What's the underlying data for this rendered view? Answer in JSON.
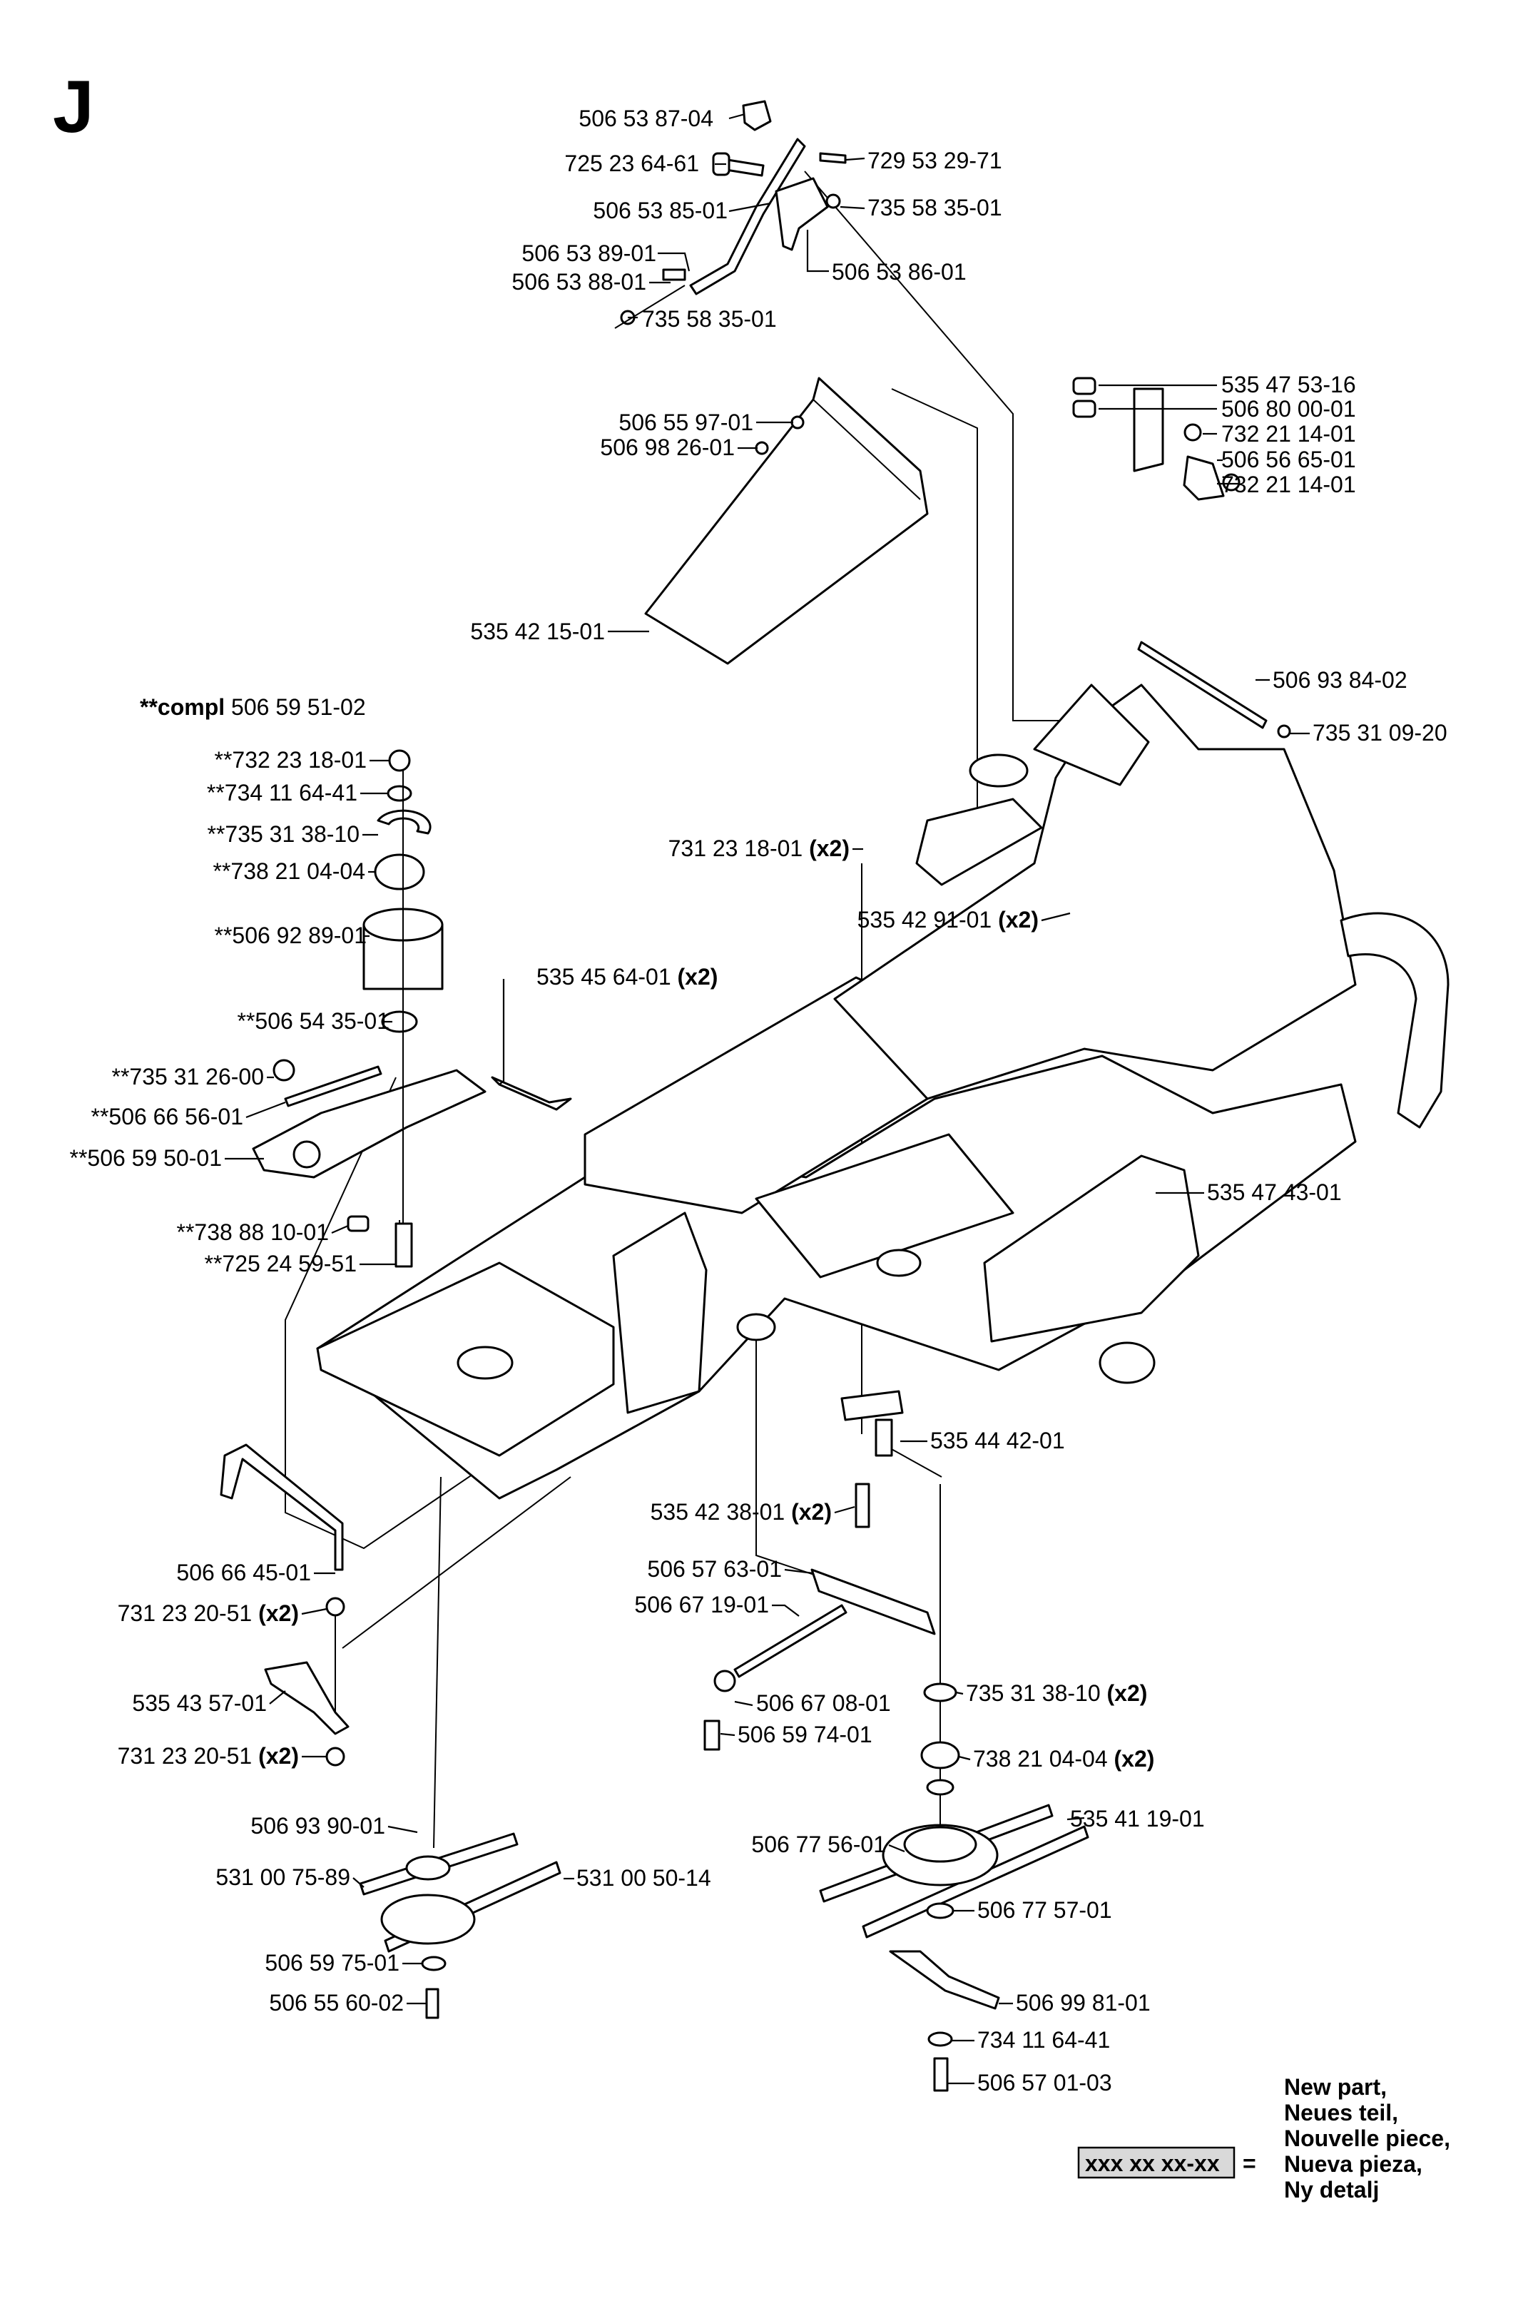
{
  "section_letter": "J",
  "compl_label": {
    "prefix": "**compl",
    "number": "506 59 51-02"
  },
  "parts": [
    {
      "id": "p01",
      "number": "506 53 87-04",
      "suffix": ""
    },
    {
      "id": "p02",
      "number": "725 23 64-61",
      "suffix": ""
    },
    {
      "id": "p03",
      "number": "729 53 29-71",
      "suffix": ""
    },
    {
      "id": "p04",
      "number": "506 53 85-01",
      "suffix": ""
    },
    {
      "id": "p05",
      "number": "735 58 35-01",
      "suffix": ""
    },
    {
      "id": "p06",
      "number": "506 53 89-01",
      "suffix": ""
    },
    {
      "id": "p07",
      "number": "506 53 86-01",
      "suffix": ""
    },
    {
      "id": "p08",
      "number": "506 53 88-01",
      "suffix": ""
    },
    {
      "id": "p09",
      "number": "735 58 35-01",
      "suffix": ""
    },
    {
      "id": "p10",
      "number": "535 47 53-16",
      "suffix": ""
    },
    {
      "id": "p11",
      "number": "506 80 00-01",
      "suffix": ""
    },
    {
      "id": "p12",
      "number": "732 21 14-01",
      "suffix": ""
    },
    {
      "id": "p13",
      "number": "506 56 65-01",
      "suffix": ""
    },
    {
      "id": "p14",
      "number": "732 21 14-01",
      "suffix": ""
    },
    {
      "id": "p15",
      "number": "506 55 97-01",
      "suffix": ""
    },
    {
      "id": "p16",
      "number": "506 98 26-01",
      "suffix": ""
    },
    {
      "id": "p17",
      "number": "535 42 15-01",
      "suffix": ""
    },
    {
      "id": "p18",
      "number": "506 93 84-02",
      "suffix": ""
    },
    {
      "id": "p19",
      "number": "735 31 09-20",
      "suffix": ""
    },
    {
      "id": "p20",
      "number": "**732 23 18-01",
      "suffix": ""
    },
    {
      "id": "p21",
      "number": "**734 11 64-41",
      "suffix": ""
    },
    {
      "id": "p22",
      "number": "**735 31 38-10",
      "suffix": ""
    },
    {
      "id": "p23",
      "number": "**738 21 04-04",
      "suffix": ""
    },
    {
      "id": "p24",
      "number": "**506 92 89-01",
      "suffix": ""
    },
    {
      "id": "p25",
      "number": "731 23 18-01",
      "suffix": "(x2)"
    },
    {
      "id": "p26",
      "number": "535 42 91-01",
      "suffix": "(x2)"
    },
    {
      "id": "p27",
      "number": "535 45 64-01",
      "suffix": "(x2)"
    },
    {
      "id": "p28",
      "number": "**506 54 35-01",
      "suffix": ""
    },
    {
      "id": "p29",
      "number": "**735 31 26-00",
      "suffix": ""
    },
    {
      "id": "p30",
      "number": "**506 66 56-01",
      "suffix": ""
    },
    {
      "id": "p31",
      "number": "**506 59 50-01",
      "suffix": ""
    },
    {
      "id": "p32",
      "number": "535 47 43-01",
      "suffix": ""
    },
    {
      "id": "p33",
      "number": "**738 88 10-01",
      "suffix": ""
    },
    {
      "id": "p34",
      "number": "**725 24 59-51",
      "suffix": ""
    },
    {
      "id": "p35",
      "number": "535 44 42-01",
      "suffix": ""
    },
    {
      "id": "p36",
      "number": "535 42 38-01",
      "suffix": "(x2)"
    },
    {
      "id": "p37",
      "number": "506 66 45-01",
      "suffix": ""
    },
    {
      "id": "p38",
      "number": "731 23 20-51",
      "suffix": "(x2)"
    },
    {
      "id": "p39",
      "number": "506 57 63-01",
      "suffix": ""
    },
    {
      "id": "p40",
      "number": "506 67 19-01",
      "suffix": ""
    },
    {
      "id": "p41",
      "number": "535 43 57-01",
      "suffix": ""
    },
    {
      "id": "p42",
      "number": "506 67 08-01",
      "suffix": ""
    },
    {
      "id": "p43",
      "number": "735 31 38-10",
      "suffix": "(x2)"
    },
    {
      "id": "p44",
      "number": "506 59 74-01",
      "suffix": ""
    },
    {
      "id": "p45",
      "number": "738 21 04-04",
      "suffix": "(x2)"
    },
    {
      "id": "p46",
      "number": "731 23 20-51",
      "suffix": "(x2)"
    },
    {
      "id": "p47",
      "number": "506 93 90-01",
      "suffix": ""
    },
    {
      "id": "p48",
      "number": "535 41 19-01",
      "suffix": ""
    },
    {
      "id": "p49",
      "number": "506 77 56-01",
      "suffix": ""
    },
    {
      "id": "p50",
      "number": "531 00 75-89",
      "suffix": ""
    },
    {
      "id": "p51",
      "number": "531 00 50-14",
      "suffix": ""
    },
    {
      "id": "p52",
      "number": "506 77 57-01",
      "suffix": ""
    },
    {
      "id": "p53",
      "number": "506 59 75-01",
      "suffix": ""
    },
    {
      "id": "p54",
      "number": "506 55 60-02",
      "suffix": ""
    },
    {
      "id": "p55",
      "number": "506 99 81-01",
      "suffix": ""
    },
    {
      "id": "p56",
      "number": "734 11 64-41",
      "suffix": ""
    },
    {
      "id": "p57",
      "number": "506 57 01-03",
      "suffix": ""
    }
  ],
  "legend": {
    "code": "xxx xx xx-xx",
    "equals": "=",
    "lines": [
      "New part,",
      "Neues teil,",
      "Nouvelle piece,",
      "Nueva pieza,",
      "Ny detalj"
    ]
  }
}
